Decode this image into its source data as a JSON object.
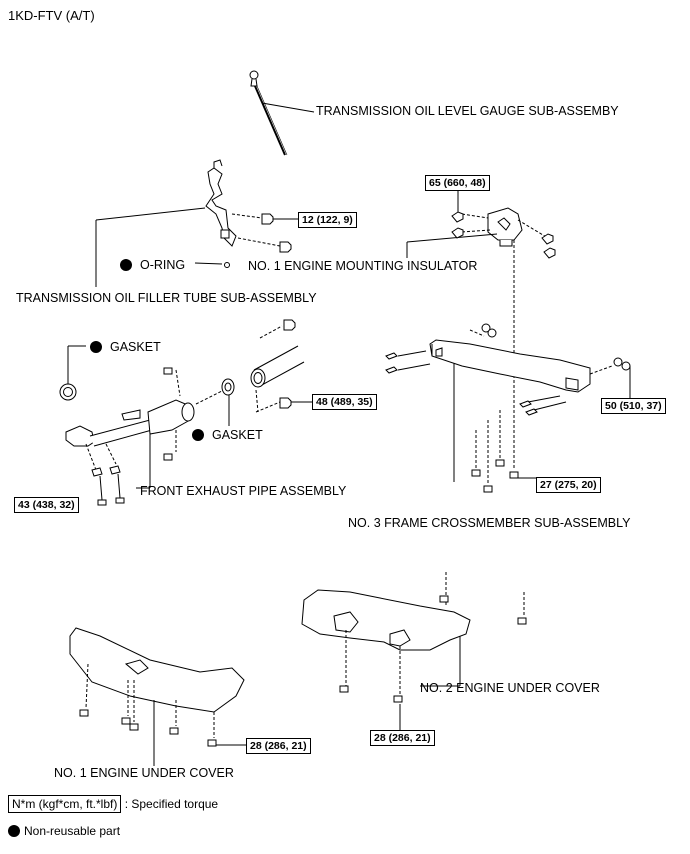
{
  "header": {
    "model": "1KD-FTV (A/T)"
  },
  "labels": {
    "gauge": "TRANSMISSION OIL LEVEL GAUGE SUB-ASSEMBY",
    "o_ring": "O-RING",
    "insulator": "NO. 1 ENGINE MOUNTING INSULATOR",
    "filler_tube": "TRANSMISSION OIL FILLER TUBE SUB-ASSEMBLY",
    "gasket_1": "GASKET",
    "gasket_2": "GASKET",
    "exhaust_pipe": "FRONT EXHAUST PIPE ASSEMBLY",
    "crossmember": "NO. 3 FRAME CROSSMEMBER SUB-ASSEMBLY",
    "under_cover_2": "NO. 2 ENGINE UNDER COVER",
    "under_cover_1": "NO. 1 ENGINE UNDER COVER"
  },
  "torques": {
    "t_12": "12 (122, 9)",
    "t_65": "65 (660, 48)",
    "t_48": "48 (489, 35)",
    "t_50": "50 (510, 37)",
    "t_27": "27 (275, 20)",
    "t_43": "43 (438, 32)",
    "t_28a": "28 (286, 21)",
    "t_28b": "28 (286, 21)"
  },
  "legend": {
    "torque_unit": "N*m (kgf*cm, ft.*lbf)",
    "torque_desc": ": Specified torque",
    "non_reusable": "Non-reusable part"
  }
}
